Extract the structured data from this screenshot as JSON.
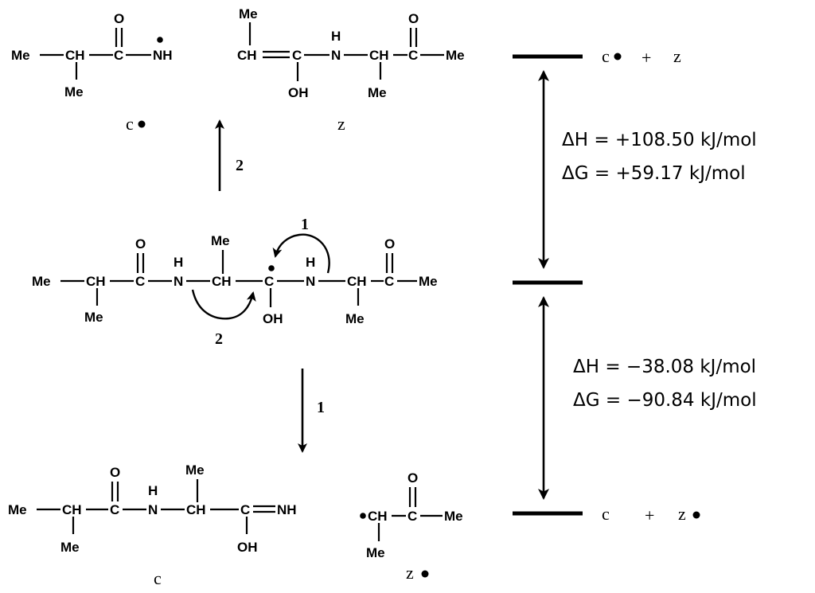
{
  "atoms": {
    "me": "Me",
    "ch": "CH",
    "c": "C",
    "o": "O",
    "h": "H",
    "n": "N",
    "nh": "NH",
    "oh": "OH"
  },
  "fragments": {
    "c_radical": "c",
    "z_fragment": "z",
    "c_fragment": "c",
    "z_radical": "z",
    "plus": "+"
  },
  "pathways": {
    "path_1": "1",
    "path_2": "2"
  },
  "energies": {
    "upper_dh": "ΔH = +108.50 kJ/mol",
    "upper_dg": "ΔG = +59.17 kJ/mol",
    "lower_dh": "ΔH = −38.08 kJ/mol",
    "lower_dg": "ΔG = −90.84 kJ/mol"
  }
}
